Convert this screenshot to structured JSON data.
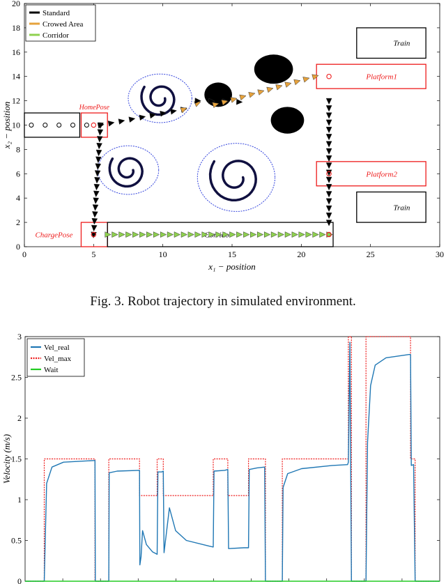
{
  "caption": "Fig. 3.   Robot trajectory in simulated environment.",
  "chart_data": [
    {
      "type": "scatter",
      "xlabel": "x₁ − position",
      "ylabel": "x₂ − position",
      "xlim": [
        0,
        30
      ],
      "ylim": [
        0,
        20
      ],
      "x_ticks": [
        0,
        5,
        10,
        15,
        20,
        25,
        30
      ],
      "y_ticks": [
        0,
        2,
        4,
        6,
        8,
        10,
        12,
        14,
        16,
        18,
        20
      ],
      "legend": {
        "placement": "top-left",
        "entries": [
          {
            "label": "Standard",
            "color": "#000000"
          },
          {
            "label": "Crowed Area",
            "color": "#e6a23c"
          },
          {
            "label": "Corridor",
            "color": "#8fd14f"
          }
        ]
      },
      "regions": [
        {
          "label": "",
          "x": [
            0,
            4
          ],
          "y": [
            9,
            11
          ],
          "edge": "#000000"
        },
        {
          "label": "HomePose",
          "x": [
            4.1,
            6
          ],
          "y": [
            9,
            11
          ],
          "edge": "#ee1c1c"
        },
        {
          "label": "ChargePose",
          "x": [
            4.1,
            6
          ],
          "y": [
            0,
            2
          ],
          "edge": "#ee1c1c"
        },
        {
          "label": "Corridor",
          "x": [
            6,
            22.3
          ],
          "y": [
            0,
            2
          ],
          "edge": "#000000"
        },
        {
          "label": "Platform1",
          "x": [
            21.1,
            29
          ],
          "y": [
            13,
            15
          ],
          "edge": "#ee1c1c"
        },
        {
          "label": "Platform2",
          "x": [
            21.1,
            29
          ],
          "y": [
            5,
            7
          ],
          "edge": "#ee1c1c"
        },
        {
          "label": "Train",
          "x": [
            24,
            29
          ],
          "y": [
            15.5,
            18
          ],
          "edge": "#000000"
        },
        {
          "label": "Train",
          "x": [
            24,
            29
          ],
          "y": [
            2,
            4.5
          ],
          "edge": "#000000"
        }
      ],
      "obstacles": [
        {
          "cx": 18,
          "cy": 14.6,
          "rx": 1.4,
          "ry": 1.2
        },
        {
          "cx": 14,
          "cy": 12.5,
          "rx": 1.0,
          "ry": 1.0
        },
        {
          "cx": 19,
          "cy": 10.4,
          "rx": 1.2,
          "ry": 1.1
        }
      ],
      "pedestrian_zones": [
        {
          "cx": 9.8,
          "cy": 12.2,
          "rx": 2.3,
          "ry": 2.0
        },
        {
          "cx": 7.5,
          "cy": 6.3,
          "rx": 2.2,
          "ry": 2.0
        },
        {
          "cx": 15.3,
          "cy": 5.7,
          "rx": 2.8,
          "ry": 2.8
        }
      ],
      "waypoints_start": [
        [
          0.5,
          10
        ],
        [
          1.5,
          10
        ],
        [
          2.5,
          10
        ],
        [
          3.5,
          10
        ],
        [
          4.5,
          10
        ]
      ],
      "path_segments": [
        {
          "style": "Standard",
          "from": [
            5.5,
            10
          ],
          "to": [
            5,
            1
          ],
          "n": 17
        },
        {
          "style": "Standard",
          "from": [
            5.5,
            10
          ],
          "to": [
            11.5,
            11.3
          ],
          "n": 9
        },
        {
          "style": "Crowed Area",
          "from": [
            11.5,
            11.3
          ],
          "to": [
            12.5,
            11.8
          ],
          "n": 2
        },
        {
          "style": "Standard",
          "from": [
            12.5,
            12
          ],
          "to": [
            15.5,
            11.9
          ],
          "n": 4
        },
        {
          "style": "Crowed Area",
          "from": [
            13.8,
            11.7
          ],
          "to": [
            21,
            14
          ],
          "n": 12
        },
        {
          "style": "Standard",
          "from": [
            22,
            12
          ],
          "to": [
            22,
            2
          ],
          "n": 18
        },
        {
          "style": "Corridor",
          "from": [
            6,
            1
          ],
          "to": [
            22,
            1
          ],
          "n": 33
        }
      ],
      "markers": [
        {
          "label": "HomePose",
          "x": 5,
          "y": 10
        },
        {
          "label": "ChargePose",
          "x": 5,
          "y": 1
        },
        {
          "label": "Platform1",
          "x": 22,
          "y": 14
        },
        {
          "label": "Platform2",
          "x": 22,
          "y": 6
        },
        {
          "label": "",
          "x": 22,
          "y": 1
        }
      ]
    },
    {
      "type": "line",
      "title": "",
      "xlabel": "",
      "ylabel": "Velocity (m/s)",
      "ylim": [
        0,
        3
      ],
      "y_ticks": [
        0,
        0.5,
        1,
        1.5,
        2,
        2.5,
        3
      ],
      "x_range": [
        0,
        540
      ],
      "legend": {
        "placement": "top-left"
      },
      "series": [
        {
          "name": "Vel_real",
          "color": "#1f77b4",
          "points": [
            [
              0,
              0
            ],
            [
              25,
              0
            ],
            [
              28,
              1.2
            ],
            [
              35,
              1.4
            ],
            [
              50,
              1.46
            ],
            [
              90,
              1.48
            ],
            [
              91,
              1.48
            ],
            [
              91.5,
              0
            ],
            [
              109,
              0
            ],
            [
              109.5,
              1.33
            ],
            [
              120,
              1.35
            ],
            [
              149,
              1.36
            ],
            [
              149.5,
              0.2
            ],
            [
              151,
              0.3
            ],
            [
              153,
              0.62
            ],
            [
              158,
              0.45
            ],
            [
              166,
              0.36
            ],
            [
              172,
              0.33
            ],
            [
              173,
              1.34
            ],
            [
              178,
              1.34
            ],
            [
              180,
              1.35
            ],
            [
              181,
              0.35
            ],
            [
              188,
              0.9
            ],
            [
              196,
              0.62
            ],
            [
              210,
              0.5
            ],
            [
              240,
              0.43
            ],
            [
              245,
              0.42
            ],
            [
              246,
              1.35
            ],
            [
              260,
              1.36
            ],
            [
              264,
              1.37
            ],
            [
              265,
              0.4
            ],
            [
              285,
              0.41
            ],
            [
              291,
              0.41
            ],
            [
              292,
              1.37
            ],
            [
              302,
              1.39
            ],
            [
              312,
              1.4
            ],
            [
              313,
              0
            ],
            [
              335,
              0
            ],
            [
              336,
              1.15
            ],
            [
              342,
              1.32
            ],
            [
              360,
              1.38
            ],
            [
              400,
              1.42
            ],
            [
              420,
              1.43
            ],
            [
              421,
              1.46
            ],
            [
              423,
              2.93
            ],
            [
              425,
              0
            ],
            [
              444,
              0
            ],
            [
              446,
              1.7
            ],
            [
              450,
              2.4
            ],
            [
              456,
              2.65
            ],
            [
              470,
              2.74
            ],
            [
              500,
              2.78
            ],
            [
              502,
              2.78
            ],
            [
              503,
              1.42
            ],
            [
              506,
              1.43
            ],
            [
              508,
              0
            ],
            [
              540,
              0
            ]
          ]
        },
        {
          "name": "Vel_max",
          "color": "#ee1c1c",
          "points": [
            [
              0,
              0
            ],
            [
              25,
              0
            ],
            [
              25,
              1.5
            ],
            [
              91,
              1.5
            ],
            [
              91,
              0
            ],
            [
              109,
              0
            ],
            [
              109,
              1.5
            ],
            [
              149,
              1.5
            ],
            [
              149,
              1.05
            ],
            [
              172,
              1.05
            ],
            [
              172,
              1.5
            ],
            [
              180,
              1.5
            ],
            [
              180,
              1.05
            ],
            [
              245,
              1.05
            ],
            [
              245,
              1.5
            ],
            [
              264,
              1.5
            ],
            [
              264,
              1.05
            ],
            [
              291,
              1.05
            ],
            [
              291,
              1.5
            ],
            [
              313,
              1.5
            ],
            [
              313,
              0
            ],
            [
              335,
              0
            ],
            [
              335,
              1.5
            ],
            [
              421,
              1.5
            ],
            [
              421,
              3.0
            ],
            [
              425,
              3.0
            ],
            [
              425,
              0
            ],
            [
              444,
              0
            ],
            [
              444,
              3.0
            ],
            [
              502,
              3.0
            ],
            [
              502,
              1.5
            ],
            [
              508,
              1.5
            ],
            [
              508,
              0
            ],
            [
              540,
              0
            ]
          ]
        },
        {
          "name": "Wait",
          "color": "#22cc22",
          "points": [
            [
              0,
              0
            ],
            [
              25,
              0
            ],
            [
              91,
              0
            ],
            [
              109,
              0
            ],
            [
              313,
              0
            ],
            [
              335,
              0
            ],
            [
              425,
              0
            ],
            [
              444,
              0
            ],
            [
              508,
              0
            ],
            [
              540,
              0
            ]
          ]
        }
      ]
    }
  ]
}
